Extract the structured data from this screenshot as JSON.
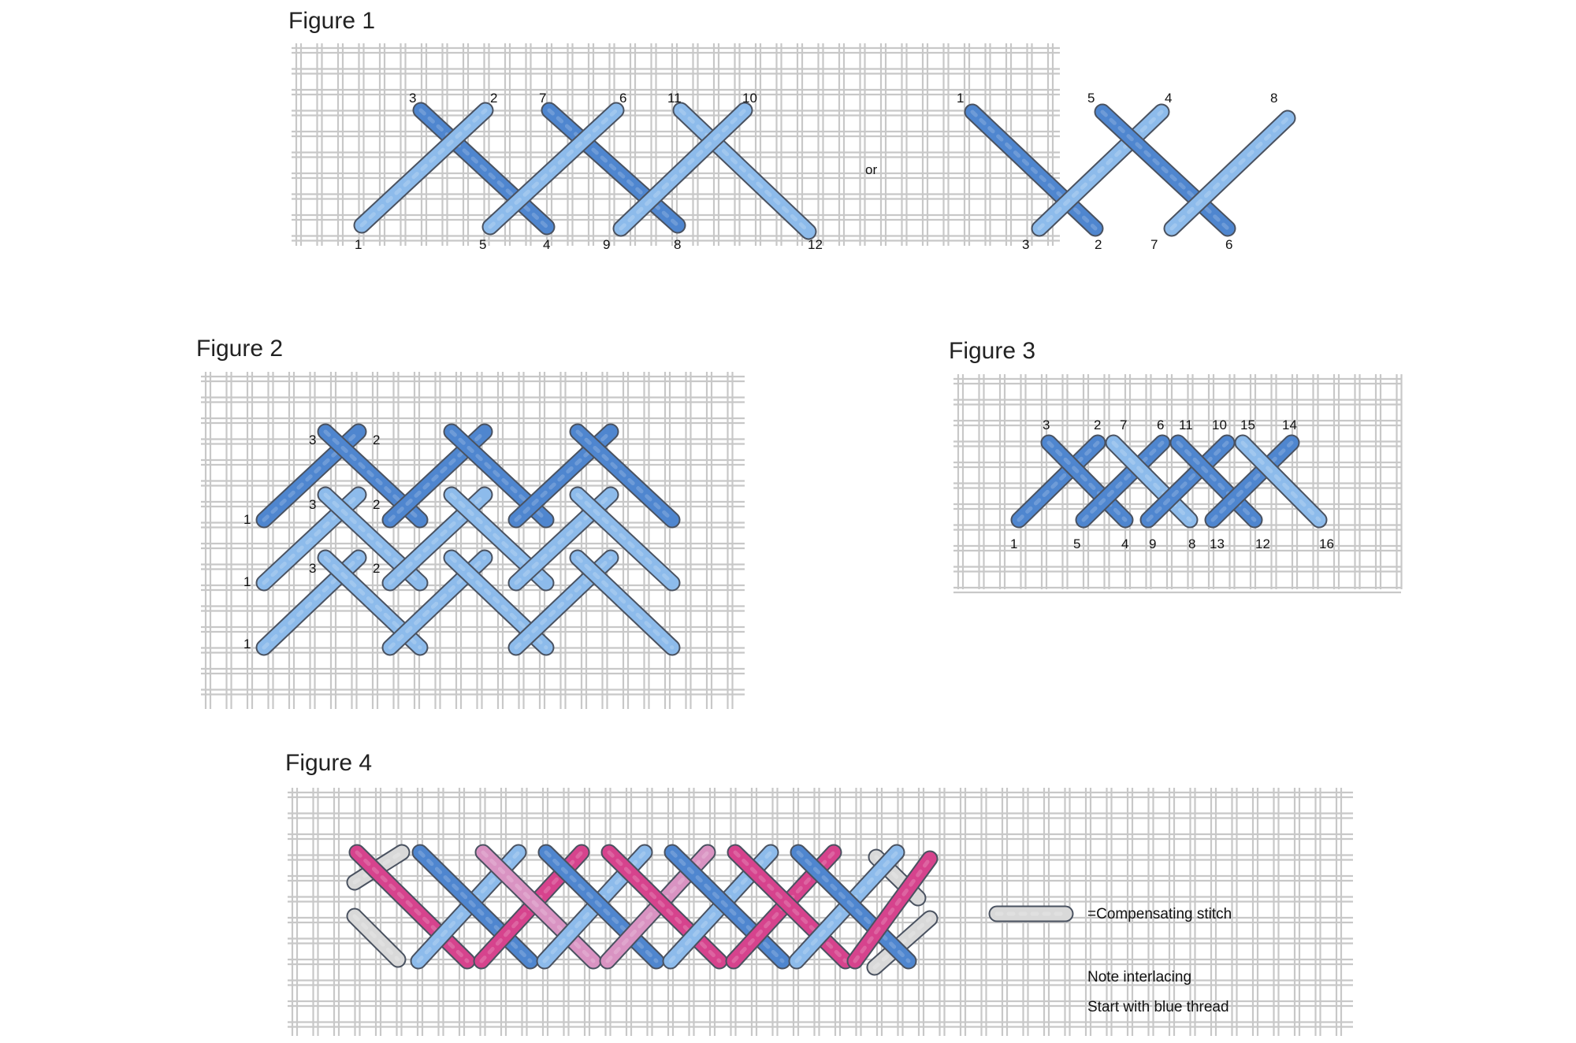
{
  "colors": {
    "canvas_line": "#c8c8c8",
    "canvas_fill": "#ffffff",
    "stitch_outline": "#4a5260",
    "blue_dark": "#4f86cf",
    "blue_light": "#8dbbeb",
    "pink_dark": "#d6438d",
    "pink_light": "#d993c2",
    "compensating_gray": "#d9d9d9"
  },
  "figure1": {
    "title": "Figure 1",
    "separator": "or",
    "left_labels": [
      "3",
      "2",
      "7",
      "6",
      "11",
      "10",
      "1",
      "5",
      "4",
      "9",
      "8",
      "12"
    ],
    "right_labels": [
      "1",
      "5",
      "4",
      "8",
      "3",
      "2",
      "7",
      "6"
    ]
  },
  "figure2": {
    "title": "Figure 2",
    "row_labels": [
      "3",
      "2",
      "1",
      "3",
      "2",
      "1",
      "3",
      "2",
      "1"
    ]
  },
  "figure3": {
    "title": "Figure 3",
    "labels": [
      "3",
      "2",
      "7",
      "6",
      "11",
      "10",
      "15",
      "14",
      "1",
      "5",
      "4",
      "9",
      "8",
      "13",
      "12",
      "16"
    ]
  },
  "figure4": {
    "title": "Figure 4",
    "legend_text": "=Compensating stitch",
    "note1": "Note interlacing",
    "note2": "Start with blue thread"
  }
}
